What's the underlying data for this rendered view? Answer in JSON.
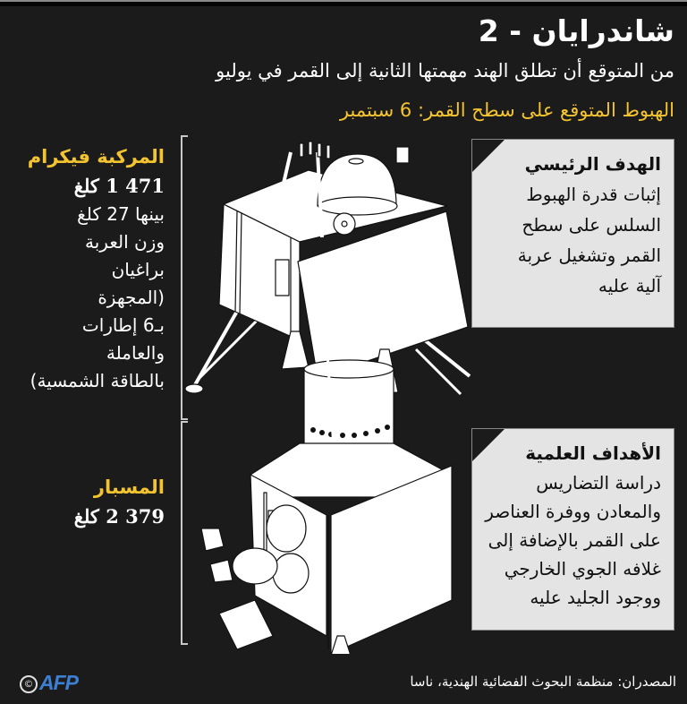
{
  "header": {
    "title": "شاندرايان - 2",
    "subtitle": "من المتوقع أن تطلق الهند مهمتها الثانية إلى القمر في يوليو",
    "landing": "الهبوط المتوقع على سطح القمر: 6 سبتمبر"
  },
  "vikram": {
    "label": "المركبة فيكرام",
    "mass": "471 1 كلغ",
    "lines": [
      "بينها 27 كلغ",
      "وزن العربة",
      "براغيان",
      "(المجهزة",
      "بـ6 إطارات",
      "والعاملة",
      "بالطاقة الشمسية)"
    ]
  },
  "orbiter": {
    "label": "المسبار",
    "mass": "379 2 كلغ"
  },
  "main_goal": {
    "heading": "الهدف الرئيسي",
    "lines": [
      "إثبات قدرة الهبوط",
      "السلس على سطح",
      "القمر وتشغيل عربة",
      "آلية عليه"
    ]
  },
  "science_goals": {
    "heading": "الأهداف العلمية",
    "lines": [
      "دراسة التضاريس",
      "والمعادن ووفرة العناصر",
      "على القمر بالإضافة إلى",
      "غلافه الجوي الخارجي",
      "ووجود الجليد عليه"
    ]
  },
  "footer": {
    "sources": "المصدران: منظمة البحوث الفضائية الهندية، ناسا",
    "copyright": "©",
    "brand": "AFP"
  },
  "colors": {
    "background": "#1b1b1b",
    "accent": "#f4c430",
    "note_bg": "#e4e4e4",
    "brand_blue": "#3d7fd0"
  }
}
